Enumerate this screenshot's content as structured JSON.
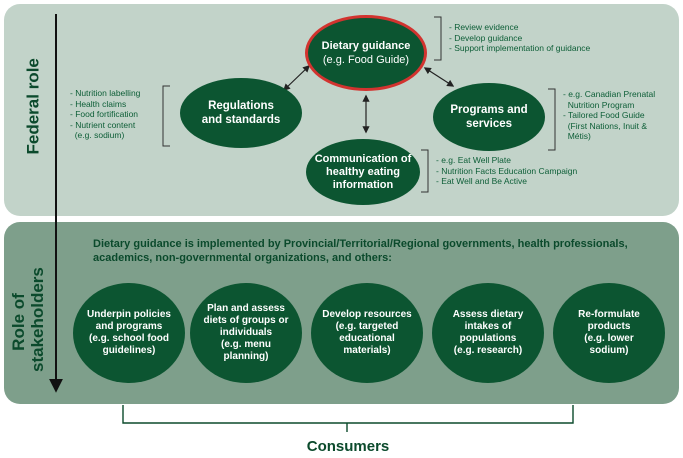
{
  "side_labels": {
    "federal": "Federal role",
    "stakeholders_line1": "Role of",
    "stakeholders_line2": "stakeholders"
  },
  "federal": {
    "dietary": {
      "title": "Dietary guidance",
      "sub": "(e.g. Food Guide)",
      "notes": [
        "- Review evidence",
        "- Develop guidance",
        "- Support implementation of guidance"
      ]
    },
    "regulations": {
      "line1": "Regulations",
      "line2": "and standards",
      "notes": [
        "- Nutrition labelling",
        "- Health claims",
        "- Food fortification",
        "- Nutrient content",
        "  (e.g. sodium)"
      ]
    },
    "programs": {
      "line1": "Programs and",
      "line2": "services",
      "notes": [
        "- e.g. Canadian Prenatal",
        "  Nutrition Program",
        "- Tailored Food Guide",
        "  (First Nations, Inuit &",
        "  Métis)"
      ]
    },
    "communication": {
      "line1": "Communication of",
      "line2": "healthy eating",
      "line3": "information",
      "notes": [
        "- e.g. Eat Well Plate",
        "- Nutrition Facts Education Campaign",
        "- Eat Well and Be Active"
      ]
    }
  },
  "stakeholders": {
    "intro": "Dietary guidance is implemented by Provincial/Territorial/Regional governments,  health professionals, academics, non-governmental organizations, and others:",
    "circles": [
      [
        "Underpin policies",
        "and programs",
        "(e.g. school food",
        "guidelines)"
      ],
      [
        "Plan and assess",
        "diets of groups or",
        "individuals",
        "(e.g. menu",
        "planning)"
      ],
      [
        "Develop resources",
        "(e.g. targeted",
        "educational",
        "materials)"
      ],
      [
        "Assess dietary",
        "intakes of",
        "populations",
        "(e.g. research)"
      ],
      [
        "Re-formulate",
        "products",
        "(e.g. lower",
        "sodium)"
      ]
    ]
  },
  "consumers": "Consumers",
  "colors": {
    "federal_panel": "#c2d3c9",
    "stakeholder_panel": "#7e9f8b",
    "oval_fill": "#0c5531",
    "highlight_border": "#d2332f",
    "text_dark_green": "#0b4a2c"
  }
}
